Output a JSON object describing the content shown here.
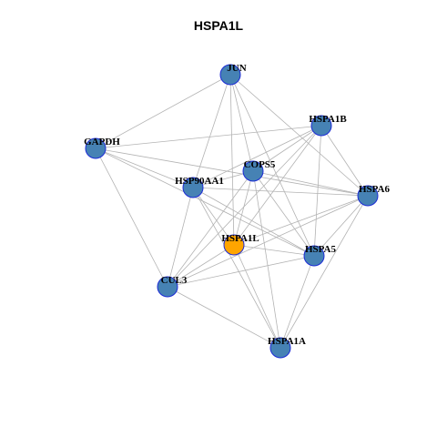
{
  "title": "HSPA1L",
  "colors": {
    "node_fill": "#4682b4",
    "highlight_fill": "#ffa500",
    "node_stroke": "#1c2bd6",
    "edge": "#b3b3b3"
  },
  "nodes": [
    {
      "id": "JUN",
      "label": "JUN"
    },
    {
      "id": "HSPA1B",
      "label": "HSPA1B"
    },
    {
      "id": "GAPDH",
      "label": "GAPDH"
    },
    {
      "id": "COPS5",
      "label": "COPS5"
    },
    {
      "id": "HSP90AA1",
      "label": "HSP90AA1"
    },
    {
      "id": "HSPA6",
      "label": "HSPA6"
    },
    {
      "id": "HSPA1L",
      "label": "HSPA1L",
      "highlight": true
    },
    {
      "id": "HSPA5",
      "label": "HSPA5"
    },
    {
      "id": "CUL3",
      "label": "CUL3"
    },
    {
      "id": "HSPA1A",
      "label": "HSPA1A"
    }
  ],
  "edges": [
    [
      "JUN",
      "GAPDH"
    ],
    [
      "JUN",
      "HSP90AA1"
    ],
    [
      "JUN",
      "COPS5"
    ],
    [
      "JUN",
      "HSPA1L"
    ],
    [
      "JUN",
      "HSPA6"
    ],
    [
      "JUN",
      "HSPA5"
    ],
    [
      "HSPA1B",
      "HSP90AA1"
    ],
    [
      "HSPA1B",
      "COPS5"
    ],
    [
      "HSPA1B",
      "HSPA1L"
    ],
    [
      "HSPA1B",
      "HSPA6"
    ],
    [
      "HSPA1B",
      "HSPA5"
    ],
    [
      "HSPA1B",
      "CUL3"
    ],
    [
      "HSPA1B",
      "GAPDH"
    ],
    [
      "GAPDH",
      "HSP90AA1"
    ],
    [
      "GAPDH",
      "HSPA6"
    ],
    [
      "GAPDH",
      "HSPA5"
    ],
    [
      "GAPDH",
      "CUL3"
    ],
    [
      "COPS5",
      "HSP90AA1"
    ],
    [
      "COPS5",
      "HSPA6"
    ],
    [
      "COPS5",
      "HSPA5"
    ],
    [
      "COPS5",
      "CUL3"
    ],
    [
      "COPS5",
      "HSPA1L"
    ],
    [
      "COPS5",
      "HSPA1A"
    ],
    [
      "HSP90AA1",
      "HSPA6"
    ],
    [
      "HSP90AA1",
      "HSPA5"
    ],
    [
      "HSP90AA1",
      "HSPA1L"
    ],
    [
      "HSP90AA1",
      "CUL3"
    ],
    [
      "HSP90AA1",
      "HSPA1A"
    ],
    [
      "HSPA6",
      "HSPA1L"
    ],
    [
      "HSPA6",
      "HSPA5"
    ],
    [
      "HSPA6",
      "HSPA1A"
    ],
    [
      "HSPA6",
      "CUL3"
    ],
    [
      "HSPA1L",
      "HSPA5"
    ],
    [
      "HSPA1L",
      "CUL3"
    ],
    [
      "HSPA1L",
      "HSPA1A"
    ],
    [
      "HSPA5",
      "CUL3"
    ],
    [
      "HSPA5",
      "HSPA1A"
    ],
    [
      "CUL3",
      "HSPA1A"
    ]
  ]
}
